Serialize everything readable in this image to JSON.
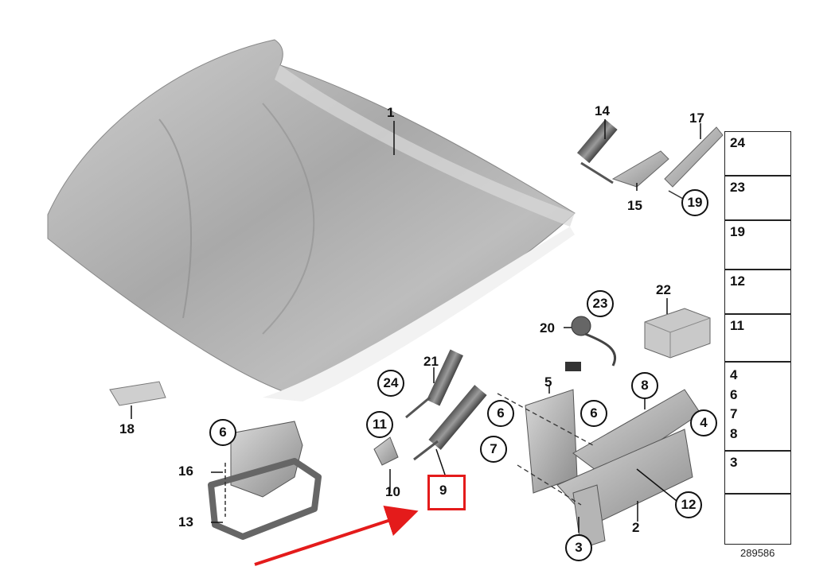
{
  "diagram": {
    "doc_number": "289586",
    "part_labels": {
      "p1": "1",
      "p2": "2",
      "p3": "3",
      "p4": "4",
      "p5": "5",
      "p6a": "6",
      "p6b": "6",
      "p6c": "6",
      "p7": "7",
      "p8": "8",
      "p9": "9",
      "p10": "10",
      "p11": "11",
      "p12": "12",
      "p13": "13",
      "p14": "14",
      "p15": "15",
      "p16": "16",
      "p17": "17",
      "p18": "18",
      "p19": "19",
      "p20": "20",
      "p21": "21",
      "p22": "22",
      "p23": "23",
      "p24": "24"
    },
    "legend": [
      {
        "label": "24"
      },
      {
        "label": "23"
      },
      {
        "label": "19"
      },
      {
        "label": "12"
      },
      {
        "label": "11"
      },
      {
        "label": "4\n6\n7\n8"
      },
      {
        "label": "3"
      }
    ],
    "highlight_color": "#e41b1b"
  }
}
